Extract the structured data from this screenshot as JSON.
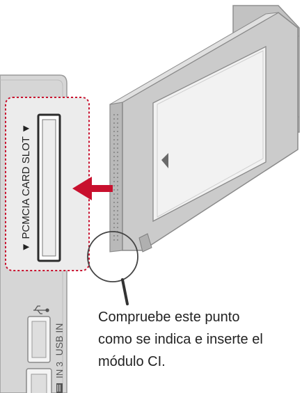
{
  "slot_label": "▼ PCMCIA CARD SLOT ▼",
  "usb_label": "USB IN",
  "hdmi_label": "IN 3",
  "caption_lines": [
    "Compruebe este punto",
    "como se indica e inserte el",
    "módulo CI."
  ],
  "colors": {
    "panel": "#d8d8d8",
    "card_body": "#c9c9c9",
    "arrow": "#c8102e",
    "highlight_border": "#c8102e"
  }
}
